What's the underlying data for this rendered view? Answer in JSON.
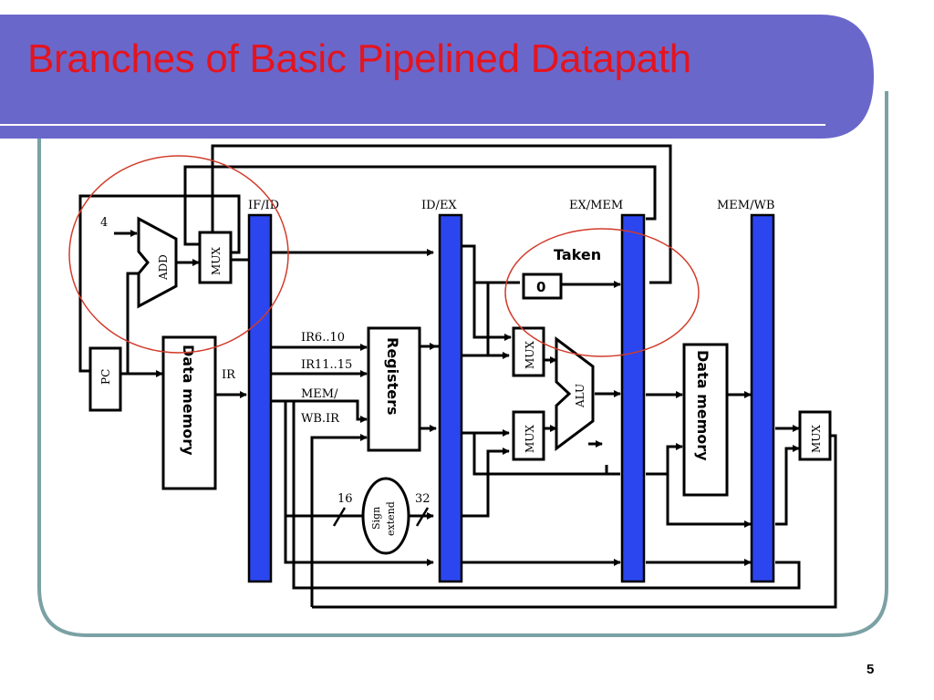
{
  "slide": {
    "title": "Branches of Basic Pipelined Datapath",
    "slide_number": "5"
  },
  "colors": {
    "title_bar": "#6a67cb",
    "title_text": "#e4141e",
    "frame_border": "#7aa1a4",
    "pipeline_register": "#2b46ee",
    "highlight_ellipse": "#d23c2c"
  },
  "diagram": {
    "stage_labels": {
      "if_id": "IF/ID",
      "id_ex": "ID/EX",
      "ex_mem": "EX/MEM",
      "mem_wb": "MEM/WB"
    },
    "const_four": "4",
    "add": "ADD",
    "mux": "MUX",
    "pc": "PC",
    "instr_memory": "Data memory",
    "ir": "IR",
    "ir_6_10": "IR6..10",
    "ir_11_15": "IR11..15",
    "mem_wb_ir_1": "MEM/",
    "mem_wb_ir_2": "WB.IR",
    "registers": "Registers",
    "sign": "Sign",
    "extend": "extend",
    "bits_16": "16",
    "bits_32": "32",
    "taken": "Taken",
    "zero": "0",
    "alu": "ALU",
    "data_memory": "Data memory"
  }
}
